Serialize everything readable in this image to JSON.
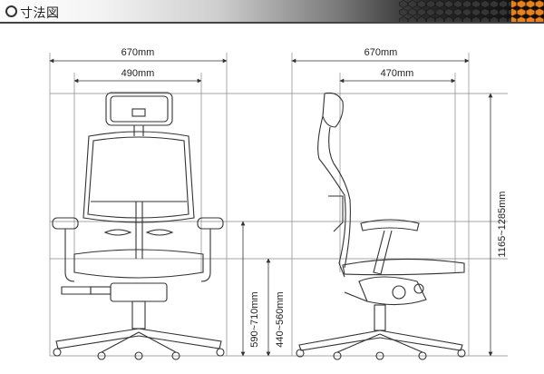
{
  "header": {
    "title": "寸法図"
  },
  "dimensions": {
    "front_width": "670mm",
    "front_inner_width": "490mm",
    "side_width": "670mm",
    "side_inner_width": "470mm",
    "total_height": "1165~1285mm",
    "arm_height": "590~710mm",
    "seat_height": "440~560mm"
  },
  "colors": {
    "line": "#333333",
    "accent": "#e8821e"
  }
}
